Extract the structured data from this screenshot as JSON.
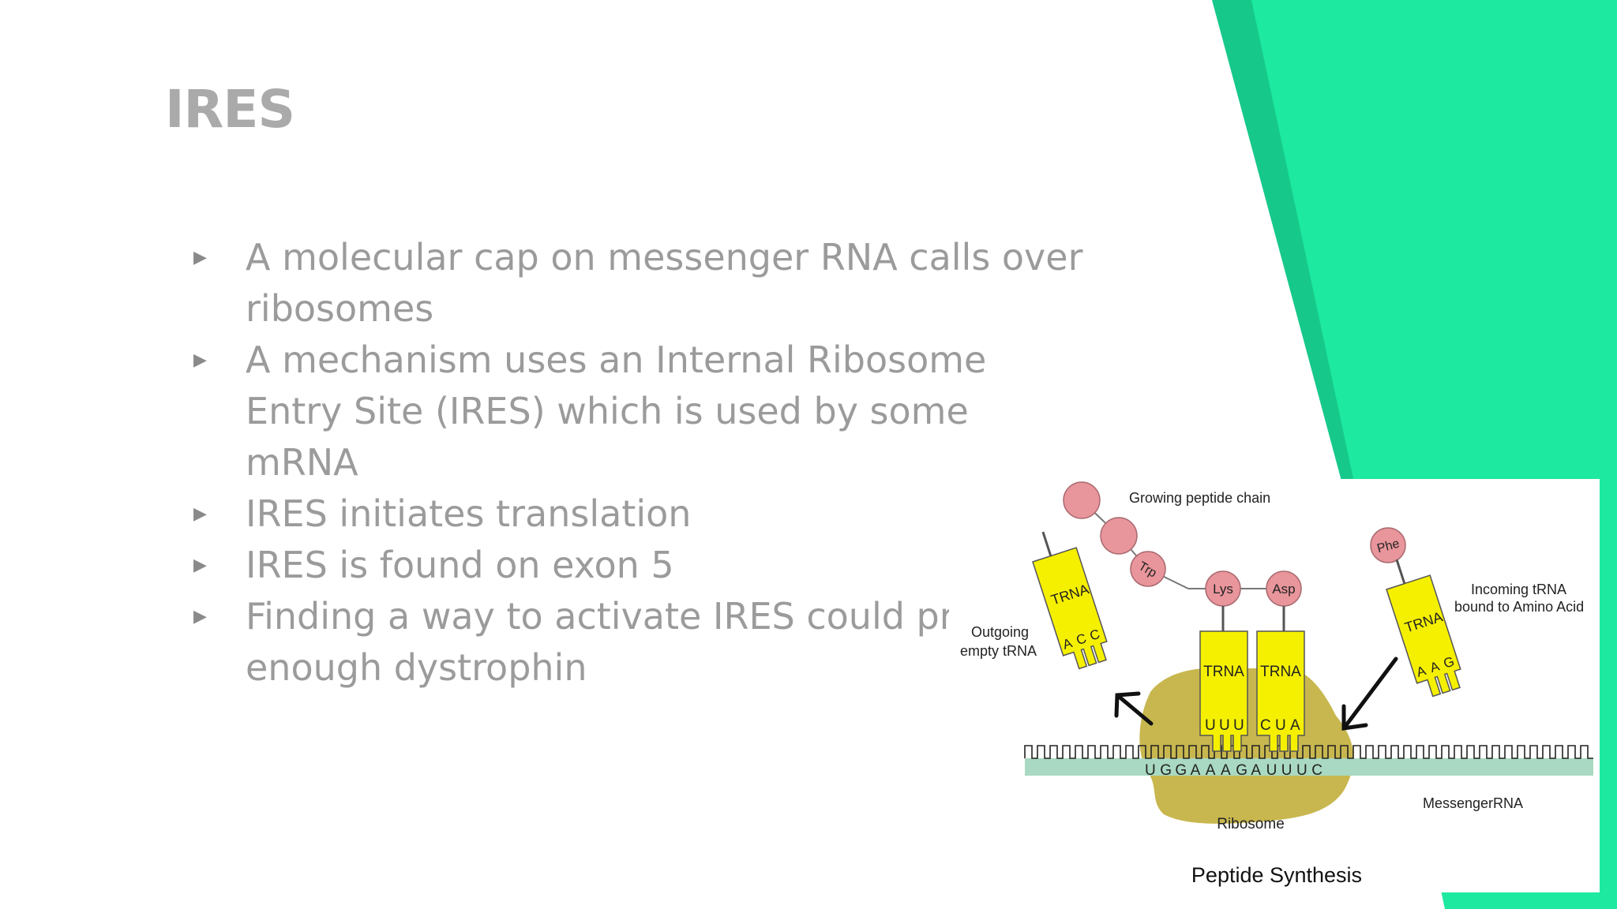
{
  "slide": {
    "title": "IRES",
    "bullets": [
      "A molecular cap on messenger RNA calls over ribosomes",
      "A mechanism uses an Internal Ribosome Entry Site (IRES) which is used by some mRNA",
      "IRES initiates translation",
      "IRES is found on exon 5",
      "Finding a way to activate IRES could produce enough dystrophin"
    ],
    "bullet_icon": "triangle-right-icon",
    "accent_color": "#1de9a0",
    "accent_dark": "#16c98a"
  },
  "figure": {
    "caption": "Peptide Synthesis",
    "growing_chain_label": "Growing peptide chain",
    "outgoing_label_1": "Outgoing",
    "outgoing_label_2": "empty tRNA",
    "incoming_label_1": "Incoming  tRNA",
    "incoming_label_2": "bound to Amino Acid",
    "mrna_label": "MessengerRNA",
    "ribosome_label": "Ribosome",
    "trna_label": "TRNA",
    "amino_trp": "Trp",
    "amino_lys": "Lys",
    "amino_asp": "Asp",
    "amino_phe": "Phe",
    "anticodon_out": [
      "A",
      "C",
      "C"
    ],
    "anticodon_1": [
      "U",
      "U",
      "U"
    ],
    "anticodon_2": [
      "C",
      "U",
      "A"
    ],
    "anticodon_in": [
      "A",
      "A",
      "G"
    ],
    "codon_sequence": "UGGAAAGAUUUC",
    "colors": {
      "trna": "#f5f000",
      "amino": "#e8959b",
      "ribosome": "#c8b74f",
      "mrna": "#a9d9c2"
    }
  }
}
